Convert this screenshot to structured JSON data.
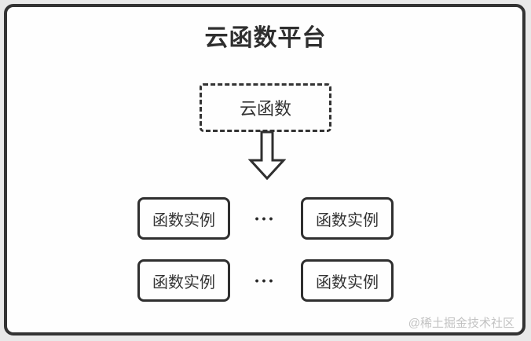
{
  "frame": {
    "title": "云函数平台"
  },
  "diagram": {
    "source_box": {
      "label": "云函数"
    },
    "ellipsis": "•••",
    "instances": [
      {
        "label": "函数实例"
      },
      {
        "label": "函数实例"
      },
      {
        "label": "函数实例"
      },
      {
        "label": "函数实例"
      }
    ]
  },
  "watermark": "@稀土掘金技术社区",
  "colors": {
    "stroke": "#333333",
    "canvas_background": "#fefefe",
    "page_background": "#e9e9e9",
    "watermark_text": "#c2c2c2"
  }
}
